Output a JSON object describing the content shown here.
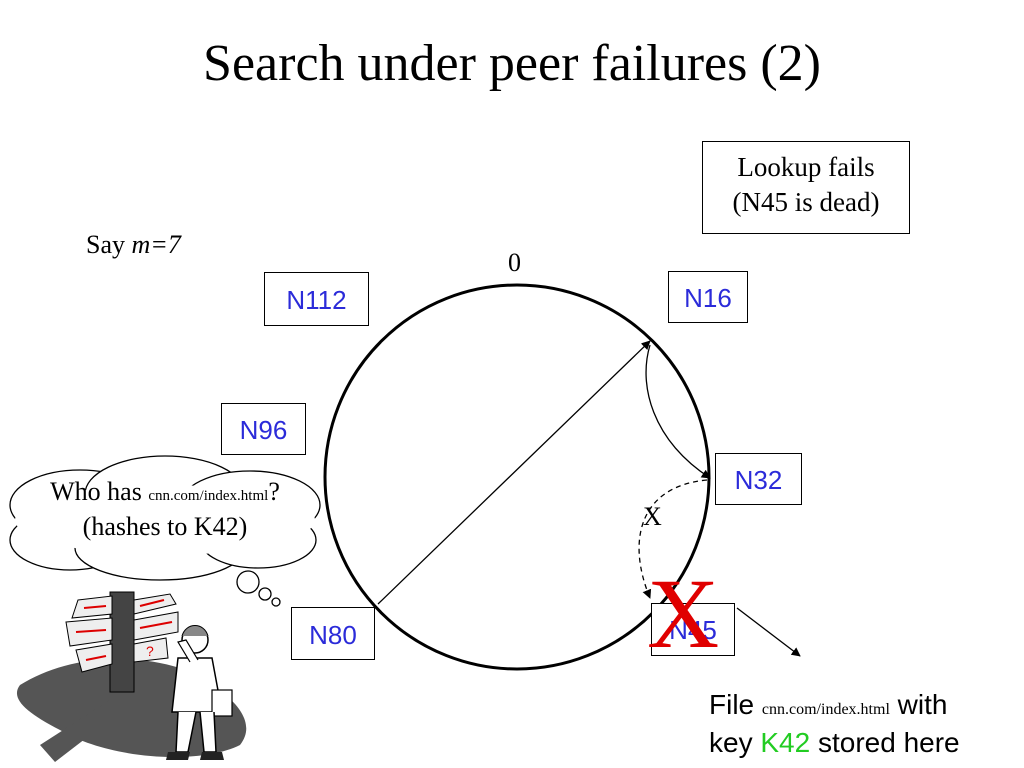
{
  "title": "Search under peer failures (2)",
  "say_m": {
    "prefix": "Say ",
    "value": "m=7"
  },
  "ring_zero": "0",
  "nodes": {
    "n112": "N112",
    "n16": "N16",
    "n96": "N96",
    "n32": "N32",
    "n80": "N80",
    "n45": "N45"
  },
  "callout": {
    "line1": "Lookup fails",
    "line2": "(N45 is dead)"
  },
  "query": {
    "prefix": "Who has ",
    "url": "cnn.com/index.html",
    "suffix": "?",
    "line2": "(hashes to K42)"
  },
  "x_mark": "X",
  "dead_mark": "X",
  "file_note": {
    "w_file": "File ",
    "url": "cnn.com/index.html",
    "w_with": " with",
    "w_key": "key ",
    "key": "K42",
    "w_stored": " stored here"
  },
  "colors": {
    "node_text": "#2b2bd9",
    "dead_x": "#e00000",
    "key": "#22cc22"
  }
}
